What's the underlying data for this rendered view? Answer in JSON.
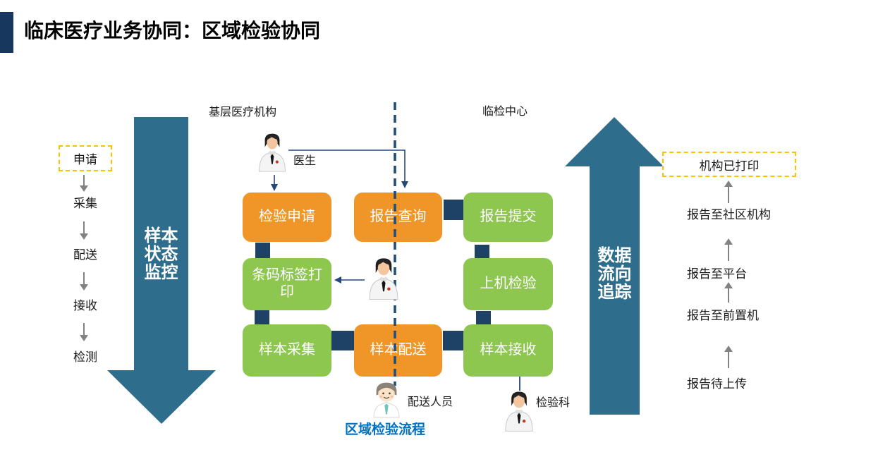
{
  "title": {
    "text": "临床医疗业务协同：区域检验协同"
  },
  "left_panel": {
    "highlight_item": "申请",
    "items": [
      "采集",
      "配送",
      "接收",
      "检测"
    ],
    "arrow_label_lines": [
      "样本",
      "状态",
      "监控"
    ]
  },
  "center_panel": {
    "left_header": "基层医疗机构",
    "right_header": "临检中心",
    "actors": {
      "doctor": "医生",
      "courier": "配送人员",
      "lab_dept": "检验科"
    },
    "boxes": [
      {
        "id": "test-request",
        "label": "检验申请",
        "color": "#F09628"
      },
      {
        "id": "report-query",
        "label": "报告查询",
        "color": "#F09628"
      },
      {
        "id": "report-submit",
        "label": "报告提交",
        "color": "#8DC74F"
      },
      {
        "id": "barcode-print",
        "label": "条码标签打印",
        "color": "#8DC74F"
      },
      {
        "id": "machine-test",
        "label": "上机检验",
        "color": "#8DC74F"
      },
      {
        "id": "sample-collect",
        "label": "样本采集",
        "color": "#8DC74F"
      },
      {
        "id": "sample-deliver",
        "label": "样本配送",
        "color": "#F09628"
      },
      {
        "id": "sample-receive",
        "label": "样本接收",
        "color": "#8DC74F"
      }
    ],
    "caption": "区域检验流程"
  },
  "right_panel": {
    "arrow_label_lines": [
      "数据",
      "流向",
      "追踪"
    ],
    "highlight_item": "机构已打印",
    "items": [
      "报告至社区机构",
      "报告至平台",
      "报告至前置机",
      "报告待上传"
    ]
  },
  "colors": {
    "accent_orange": "#F09628",
    "accent_green": "#8DC74F",
    "arrow_teal": "#2E6E8C",
    "connector_navy": "#1E4265",
    "dashed_line_navy": "#1F4E79",
    "highlight_dashed_yellow": "#FFC000",
    "caption_blue": "#0070C0",
    "list_arrow_gray": "#828282",
    "title_block_navy": "#17375E"
  }
}
